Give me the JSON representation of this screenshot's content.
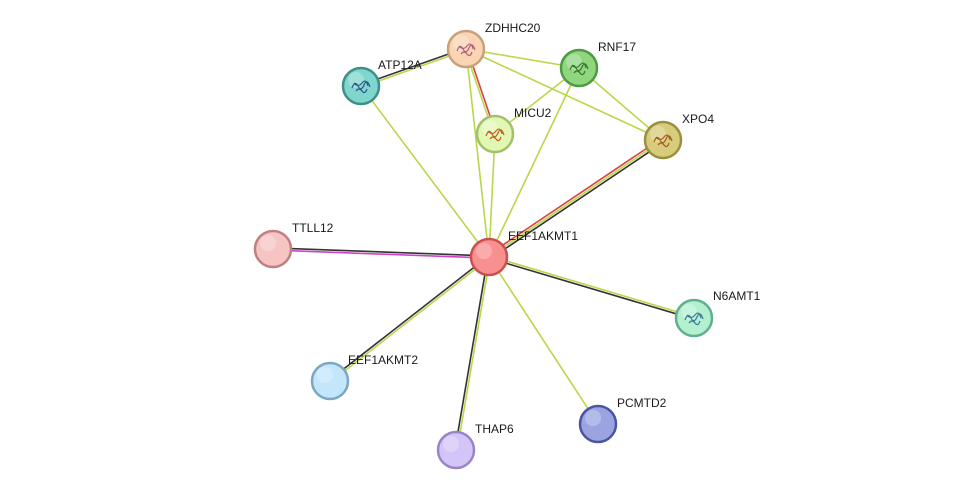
{
  "center_node": "EEF1AKMT1",
  "nodes": [
    {
      "id": "ZDHHC20",
      "label": "ZDHHC20",
      "fill": "#f9d5b3",
      "stroke": "#c9a07a",
      "structure": true,
      "glyph_color": "#b06080"
    },
    {
      "id": "RNF17",
      "label": "RNF17",
      "fill": "#8fd67f",
      "stroke": "#4e9a44",
      "structure": true,
      "glyph_color": "#3a7a30"
    },
    {
      "id": "ATP12A",
      "label": "ATP12A",
      "fill": "#7fd6cc",
      "stroke": "#3f8f86",
      "structure": true,
      "glyph_color": "#2a5a8a"
    },
    {
      "id": "MICU2",
      "label": "MICU2",
      "fill": "#e2f7b4",
      "stroke": "#a4c06a",
      "structure": true,
      "glyph_color": "#c06020"
    },
    {
      "id": "XPO4",
      "label": "XPO4",
      "fill": "#d6cc7a",
      "stroke": "#9a8f3f",
      "structure": true,
      "glyph_color": "#a06020"
    },
    {
      "id": "TTLL12",
      "label": "TTLL12",
      "fill": "#f7c4c4",
      "stroke": "#c08080",
      "structure": false,
      "glyph_color": ""
    },
    {
      "id": "EEF1AKMT1",
      "label": "EEF1AKMT1",
      "fill": "#f99090",
      "stroke": "#c85050",
      "structure": false,
      "glyph_color": ""
    },
    {
      "id": "N6AMT1",
      "label": "N6AMT1",
      "fill": "#b4f0d0",
      "stroke": "#60b090",
      "structure": true,
      "glyph_color": "#3a7a9a"
    },
    {
      "id": "EEF1AKMT2",
      "label": "EEF1AKMT2",
      "fill": "#c4e6fb",
      "stroke": "#7aa8c4",
      "structure": false,
      "glyph_color": ""
    },
    {
      "id": "THAP6",
      "label": "THAP6",
      "fill": "#d4c4f7",
      "stroke": "#9a84c8",
      "structure": false,
      "glyph_color": ""
    },
    {
      "id": "PCMTD2",
      "label": "PCMTD2",
      "fill": "#9aa4e0",
      "stroke": "#4a54a0",
      "structure": false,
      "glyph_color": ""
    }
  ],
  "edges": [
    {
      "source": "EEF1AKMT1",
      "target": "ZDHHC20",
      "colors": [
        "#b8d84a"
      ]
    },
    {
      "source": "EEF1AKMT1",
      "target": "ATP12A",
      "colors": [
        "#b8d84a"
      ]
    },
    {
      "source": "EEF1AKMT1",
      "target": "MICU2",
      "colors": [
        "#b8d84a"
      ]
    },
    {
      "source": "EEF1AKMT1",
      "target": "RNF17",
      "colors": [
        "#b8d84a"
      ]
    },
    {
      "source": "EEF1AKMT1",
      "target": "XPO4",
      "colors": [
        "#e04040",
        "#b8d84a",
        "#333333"
      ]
    },
    {
      "source": "EEF1AKMT1",
      "target": "TTLL12",
      "colors": [
        "#cc44cc",
        "#333333"
      ]
    },
    {
      "source": "EEF1AKMT1",
      "target": "N6AMT1",
      "colors": [
        "#b8d84a",
        "#333333"
      ]
    },
    {
      "source": "EEF1AKMT1",
      "target": "EEF1AKMT2",
      "colors": [
        "#b8d84a",
        "#333333"
      ]
    },
    {
      "source": "EEF1AKMT1",
      "target": "THAP6",
      "colors": [
        "#b8d84a",
        "#333333"
      ]
    },
    {
      "source": "EEF1AKMT1",
      "target": "PCMTD2",
      "colors": [
        "#b8d84a"
      ]
    },
    {
      "source": "ZDHHC20",
      "target": "ATP12A",
      "colors": [
        "#b8d84a",
        "#333333"
      ]
    },
    {
      "source": "ZDHHC20",
      "target": "RNF17",
      "colors": [
        "#b8d84a"
      ]
    },
    {
      "source": "ZDHHC20",
      "target": "MICU2",
      "colors": [
        "#e04040",
        "#b8d84a"
      ]
    },
    {
      "source": "ZDHHC20",
      "target": "XPO4",
      "colors": [
        "#b8d84a"
      ]
    },
    {
      "source": "RNF17",
      "target": "MICU2",
      "colors": [
        "#b8d84a"
      ]
    },
    {
      "source": "RNF17",
      "target": "XPO4",
      "colors": [
        "#b8d84a"
      ]
    }
  ]
}
